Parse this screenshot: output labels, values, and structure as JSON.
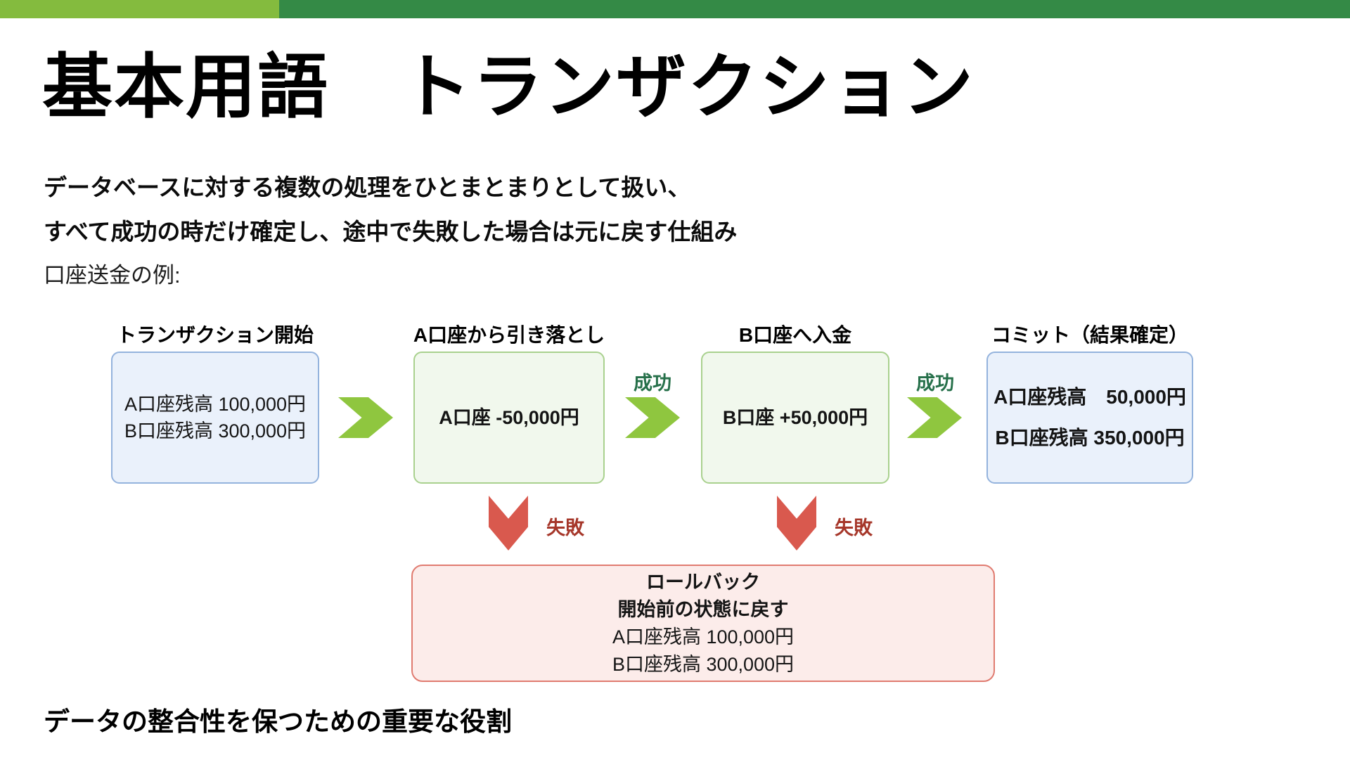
{
  "slide": {
    "title": "基本用語　トランザクション",
    "intro_line1": "データベースに対する複数の処理をひとまとまりとして扱い、",
    "intro_line2": "すべて成功の時だけ確定し、途中で失敗した場合は元に戻す仕組み",
    "example_label": "口座送金の例:",
    "footer": "データの整合性を保つための重要な役割"
  },
  "flow": {
    "steps": [
      {
        "label": "トランザクション開始",
        "style": "blue",
        "lines": [
          "A口座残高 100,000円",
          "B口座残高 300,000円"
        ]
      },
      {
        "label": "A口座から引き落とし",
        "style": "green",
        "lines": [
          "A口座 -50,000円"
        ]
      },
      {
        "label": "B口座へ入金",
        "style": "green",
        "lines": [
          "B口座 +50,000円"
        ]
      },
      {
        "label": "コミット（結果確定）",
        "style": "blue",
        "lines": [
          "A口座残高　50,000円",
          "B口座残高 350,000円"
        ]
      }
    ],
    "success_label": "成功",
    "fail_label": "失敗",
    "rollback": {
      "title": "ロールバック",
      "subtitle": "開始前の状態に戻す",
      "lines": [
        "A口座残高 100,000円",
        "B口座残高 300,000円"
      ]
    }
  },
  "colors": {
    "accent_light_green": "#84BB3E",
    "accent_dark_green": "#348A46",
    "arrow_green": "#8FC63F",
    "arrow_red": "#D9594E",
    "success_text": "#26704A",
    "fail_text": "#A6372A",
    "box_blue_fill": "#EAF1FB",
    "box_blue_border": "#94B3DD",
    "box_green_fill": "#F1F8ED",
    "box_green_border": "#A9D18E",
    "rollback_fill": "#FCECEA",
    "rollback_border": "#E07B70"
  }
}
